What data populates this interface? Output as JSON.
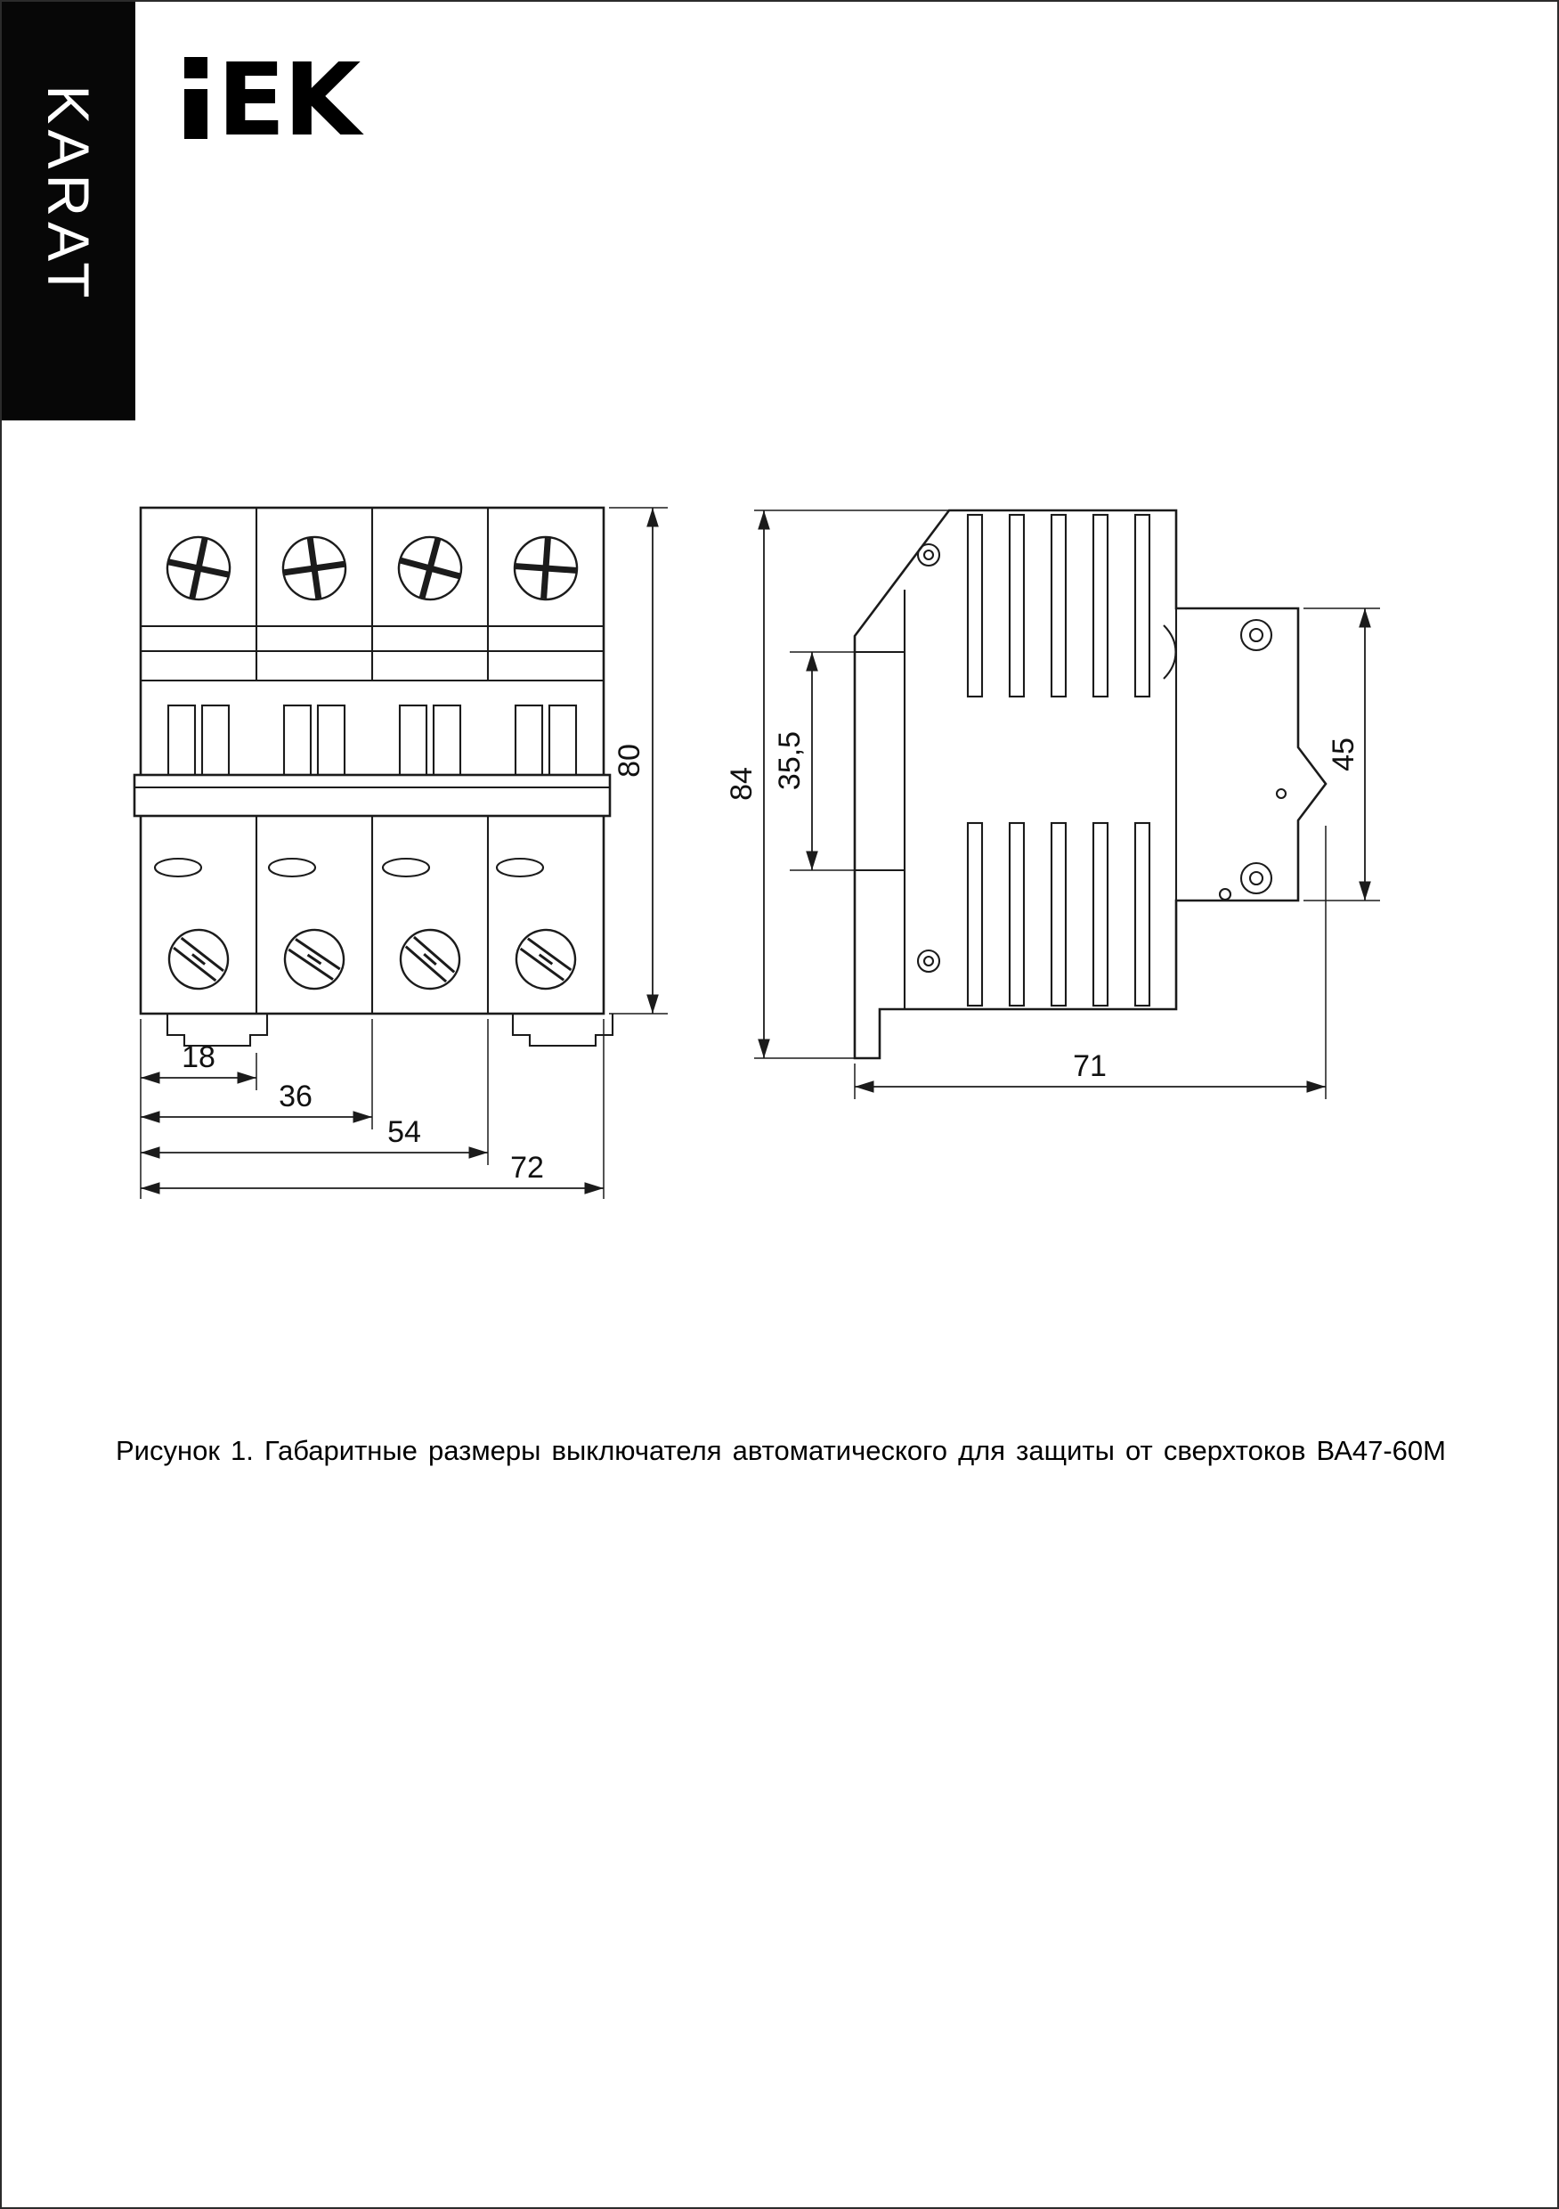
{
  "branding": {
    "vertical_label": "KARAT",
    "logo_brand": "IEK",
    "logo_ek": "EK"
  },
  "front_view": {
    "dims": {
      "height": "80",
      "pole_width": "18",
      "width_2p": "36",
      "width_3p": "54",
      "width_total": "72"
    }
  },
  "side_view": {
    "dims": {
      "height": "84",
      "din_opening": "35,5",
      "flange_height": "45",
      "depth": "71"
    }
  },
  "caption": "Рисунок 1. Габаритные размеры выключателя автоматического для защиты от сверхтоков ВА47-60М"
}
